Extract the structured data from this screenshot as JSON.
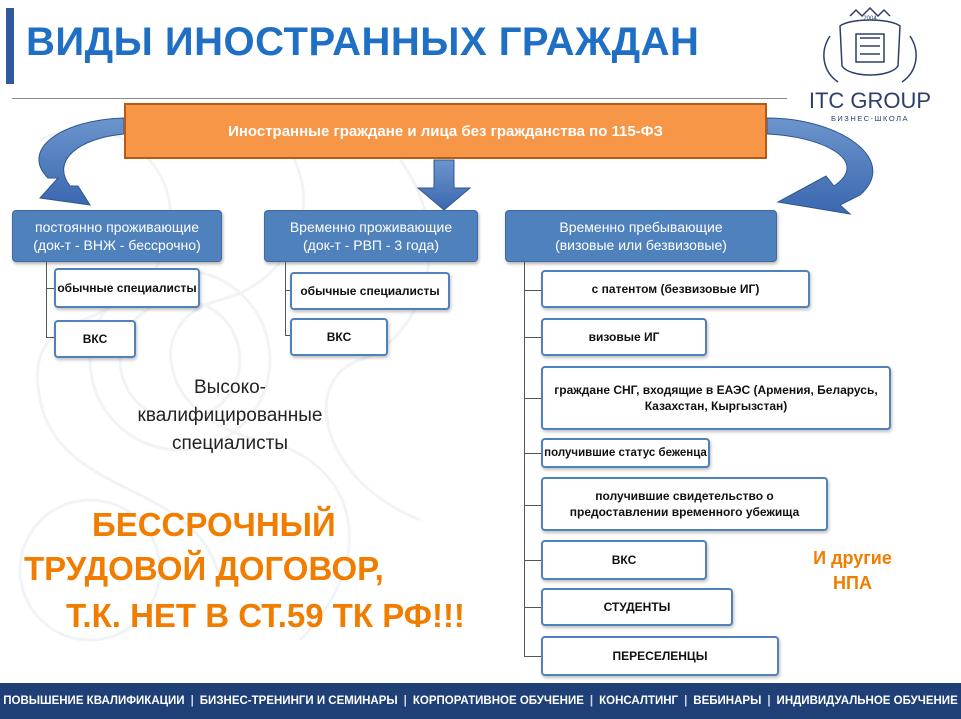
{
  "header": {
    "title": "ВИДЫ ИНОСТРАННЫХ ГРАЖДАН",
    "logo_name": "ITC GROUP",
    "logo_sub": "БИЗНЕС-ШКОЛА",
    "logo_year": "2004"
  },
  "banner": {
    "text": "Иностранные граждане и лица без гражданства по 115-ФЗ"
  },
  "categories": [
    {
      "line1": "постоянно проживающие",
      "line2": "(док-т - ВНЖ - бессрочно)",
      "items": [
        "обычные специалисты",
        "ВКС"
      ]
    },
    {
      "line1": "Временно проживающие",
      "line2": "(док-т - РВП - 3 года)",
      "items": [
        "обычные специалисты",
        "ВКС"
      ]
    },
    {
      "line1": "Временно пребывающие",
      "line2": "(визовые или безвизовые)",
      "items": [
        "с патентом (безвизовые ИГ)",
        "визовые ИГ",
        "граждане СНГ, входящие в ЕАЭС (Армения, Беларусь, Казахстан, Кыргызстан)",
        "получившие статус беженца",
        "получившие свидетельство о предоставлении временного убежища",
        "ВКС",
        "СТУДЕНТЫ",
        "ПЕРЕСЕЛЕНЦЫ"
      ]
    }
  ],
  "highly_qualified": {
    "text": "Высоко-квалифицированные специалисты"
  },
  "highlight": {
    "line1": "БЕССРОЧНЫЙ",
    "line2": "ТРУДОВОЙ ДОГОВОР,",
    "line3": "Т.К. НЕТ В СТ.59 ТК РФ!!!"
  },
  "other_npa": {
    "line1": "И другие",
    "line2": "НПА"
  },
  "footer": {
    "items": [
      "ПОВЫШЕНИЕ КВАЛИФИКАЦИИ",
      "БИЗНЕС-ТРЕНИНГИ И СЕМИНАРЫ",
      "КОРПОРАТИВНОЕ ОБУЧЕНИЕ",
      "КОНСАЛТИНГ",
      "ВЕБИНАРЫ",
      "ИНДИВИДУАЛЬНОЕ ОБУЧЕНИЕ"
    ]
  },
  "colors": {
    "title": "#1f6fc4",
    "banner": "#f79646",
    "category": "#4f81bd",
    "accent": "#f07d00",
    "footer": "#1f3f77"
  }
}
